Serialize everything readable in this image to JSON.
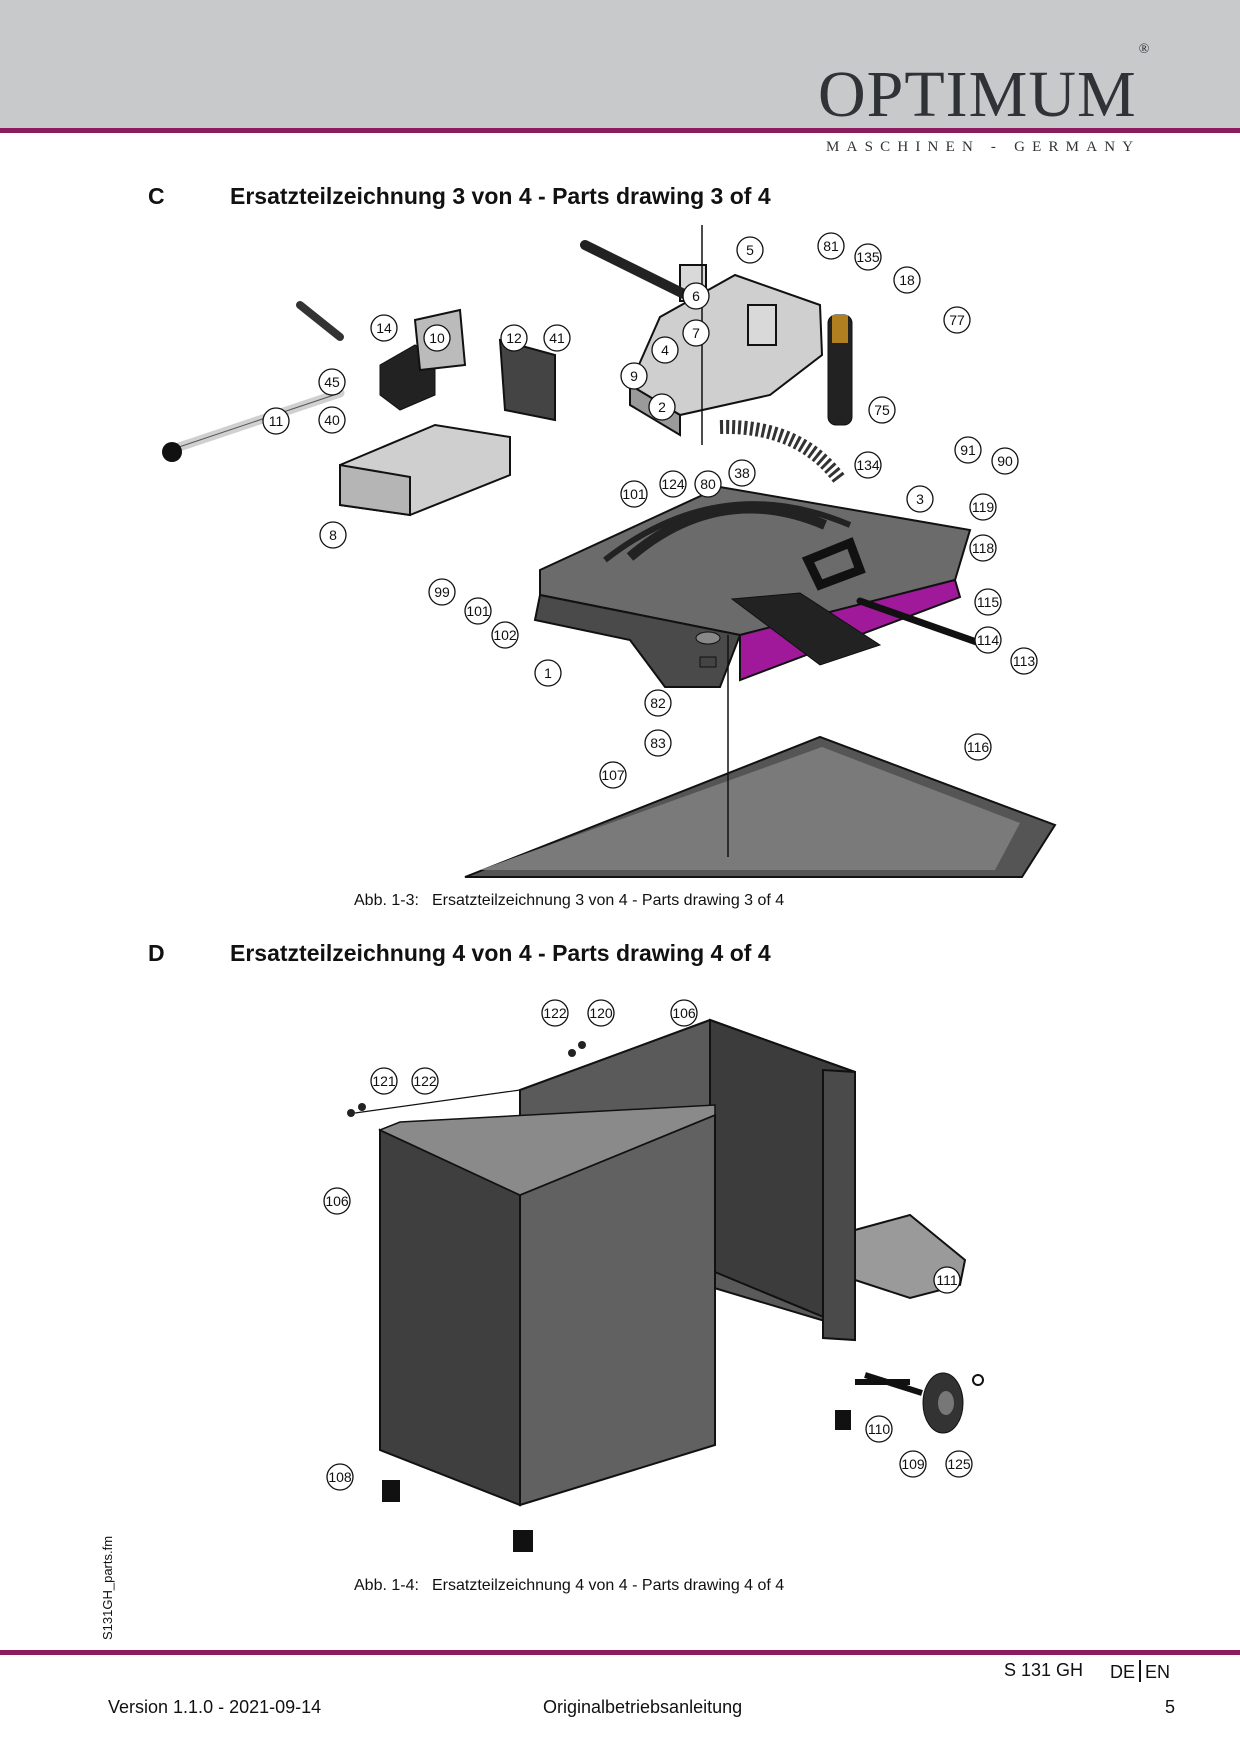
{
  "header": {
    "logo_text": "OPTIMUM",
    "logo_mark": "®",
    "logo_subtitle": "MASCHINEN - GERMANY",
    "brand_color": "#8b1a5e"
  },
  "section_c": {
    "letter": "C",
    "title": "Ersatzteilzeichnung 3 von 4 - Parts drawing 3 of 4",
    "caption_label": "Abb. 1-3:",
    "caption_text": "Ersatzteilzeichnung 3 von 4 - Parts drawing 3 of 4",
    "callouts": [
      "5",
      "81",
      "135",
      "18",
      "77",
      "6",
      "7",
      "4",
      "14",
      "10",
      "12",
      "41",
      "9",
      "2",
      "45",
      "40",
      "11",
      "75",
      "91",
      "90",
      "134",
      "38",
      "80",
      "124",
      "101",
      "3",
      "119",
      "118",
      "8",
      "99",
      "101",
      "102",
      "115",
      "114",
      "113",
      "1",
      "82",
      "83",
      "116",
      "107"
    ]
  },
  "section_d": {
    "letter": "D",
    "title": "Ersatzteilzeichnung 4 von 4 - Parts drawing 4 of 4",
    "caption_label": "Abb. 1-4:",
    "caption_text": "Ersatzteilzeichnung 4 von 4 - Parts drawing 4 of 4",
    "callouts": [
      "122",
      "120",
      "106",
      "121",
      "122",
      "106",
      "111",
      "110",
      "109",
      "125",
      "108"
    ]
  },
  "side_note": "S131GH_parts.fm",
  "footer": {
    "model": "S 131 GH",
    "lang_de": "DE",
    "lang_en": "EN",
    "version": "Version 1.1.0 - 2021-09-14",
    "doc_type": "Originalbetriebsanleitung",
    "page_number": "5"
  }
}
